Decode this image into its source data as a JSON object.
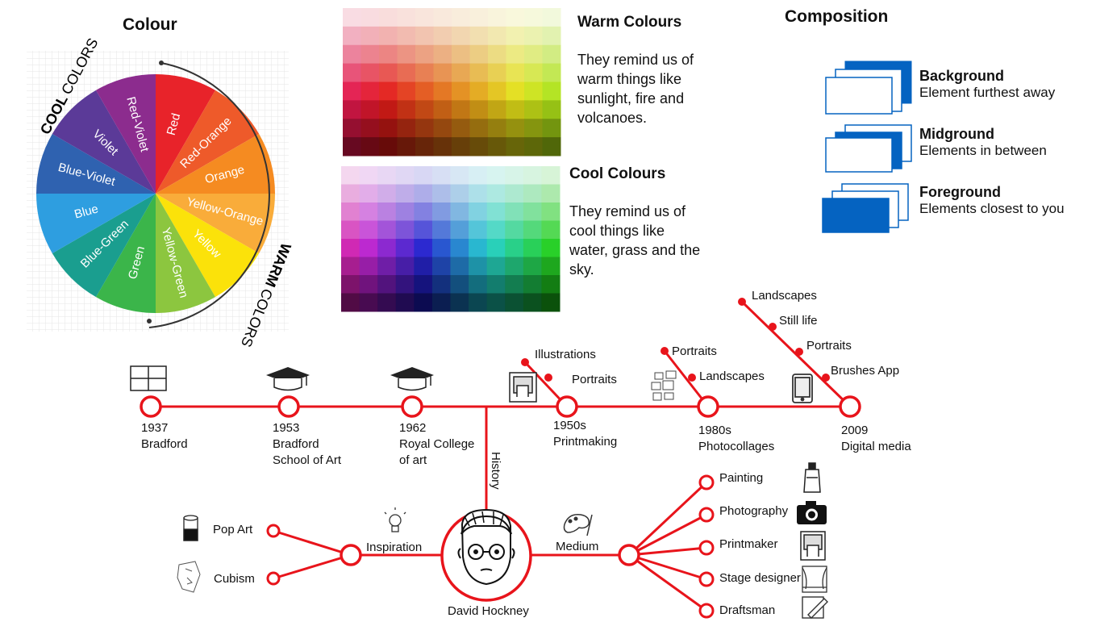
{
  "colour": {
    "title": "Colour",
    "wheel": {
      "cool_label_bold": "COOL",
      "cool_label_rest": "COLORS",
      "warm_label_bold": "WARM",
      "warm_label_rest": "COLORS",
      "segments": [
        {
          "label": "Red",
          "color": "#e8232a"
        },
        {
          "label": "Red-Orange",
          "color": "#ee5a2a"
        },
        {
          "label": "Orange",
          "color": "#f58b21"
        },
        {
          "label": "Yellow-Orange",
          "color": "#f9ac3a"
        },
        {
          "label": "Yellow",
          "color": "#fbe20a"
        },
        {
          "label": "Yellow-Green",
          "color": "#8cc63f"
        },
        {
          "label": "Green",
          "color": "#3bb54a"
        },
        {
          "label": "Blue-Green",
          "color": "#1a9e8f"
        },
        {
          "label": "Blue",
          "color": "#2e9ee0"
        },
        {
          "label": "Blue-Violet",
          "color": "#2f62b0"
        },
        {
          "label": "Violet",
          "color": "#5b3a98"
        },
        {
          "label": "Red-Violet",
          "color": "#8c2c8e"
        }
      ]
    }
  },
  "warm": {
    "heading": "Warm Colours",
    "text": "They remind us of warm things like sunlight, fire and volcanoes.",
    "lines": [
      "They remind us of",
      "warm things like",
      "sunlight, fire and",
      "volcanoes."
    ]
  },
  "cool": {
    "heading": "Cool Colours",
    "lines": [
      "They remind us of",
      "cool things like",
      "water, grass and the",
      "sky."
    ]
  },
  "composition": {
    "title": "Composition",
    "layers": [
      {
        "name": "Background",
        "desc": "Element furthest away"
      },
      {
        "name": "Midground",
        "desc": "Elements in between"
      },
      {
        "name": "Foreground",
        "desc": "Elements closest to you"
      }
    ]
  },
  "timeline": {
    "stops": [
      {
        "year": "1937",
        "place": "Bradford",
        "icon": "flag-icon"
      },
      {
        "year": "1953",
        "place": "Bradford",
        "place2": "School of Art",
        "icon": "graduation-cap-icon"
      },
      {
        "year": "1962",
        "place": "Royal College",
        "place2": "of art",
        "icon": "graduation-cap-icon"
      },
      {
        "year": "1950s",
        "place": "Printmaking",
        "icon": "print-icon"
      },
      {
        "year": "1980s",
        "place": "Photocollages",
        "icon": "collage-icon"
      },
      {
        "year": "2009",
        "place": "Digital media",
        "icon": "tablet-icon"
      }
    ],
    "printmaking_branches": [
      "Illustrations",
      "Portraits"
    ],
    "photocollage_branches": [
      "Portraits",
      "Landscapes"
    ],
    "digital_branches": [
      "Landscapes",
      "Still life",
      "Portraits",
      "Brushes App"
    ]
  },
  "center": {
    "name": "David Hockney",
    "history": "History",
    "inspiration": "Inspiration",
    "medium": "Medium"
  },
  "inspiration_items": [
    "Pop Art",
    "Cubism"
  ],
  "medium_items": [
    "Painting",
    "Photography",
    "Printmaker",
    "Stage designer",
    "Draftsman"
  ],
  "colors": {
    "accent": "#e8141b",
    "comp_blue": "#0563c1"
  }
}
